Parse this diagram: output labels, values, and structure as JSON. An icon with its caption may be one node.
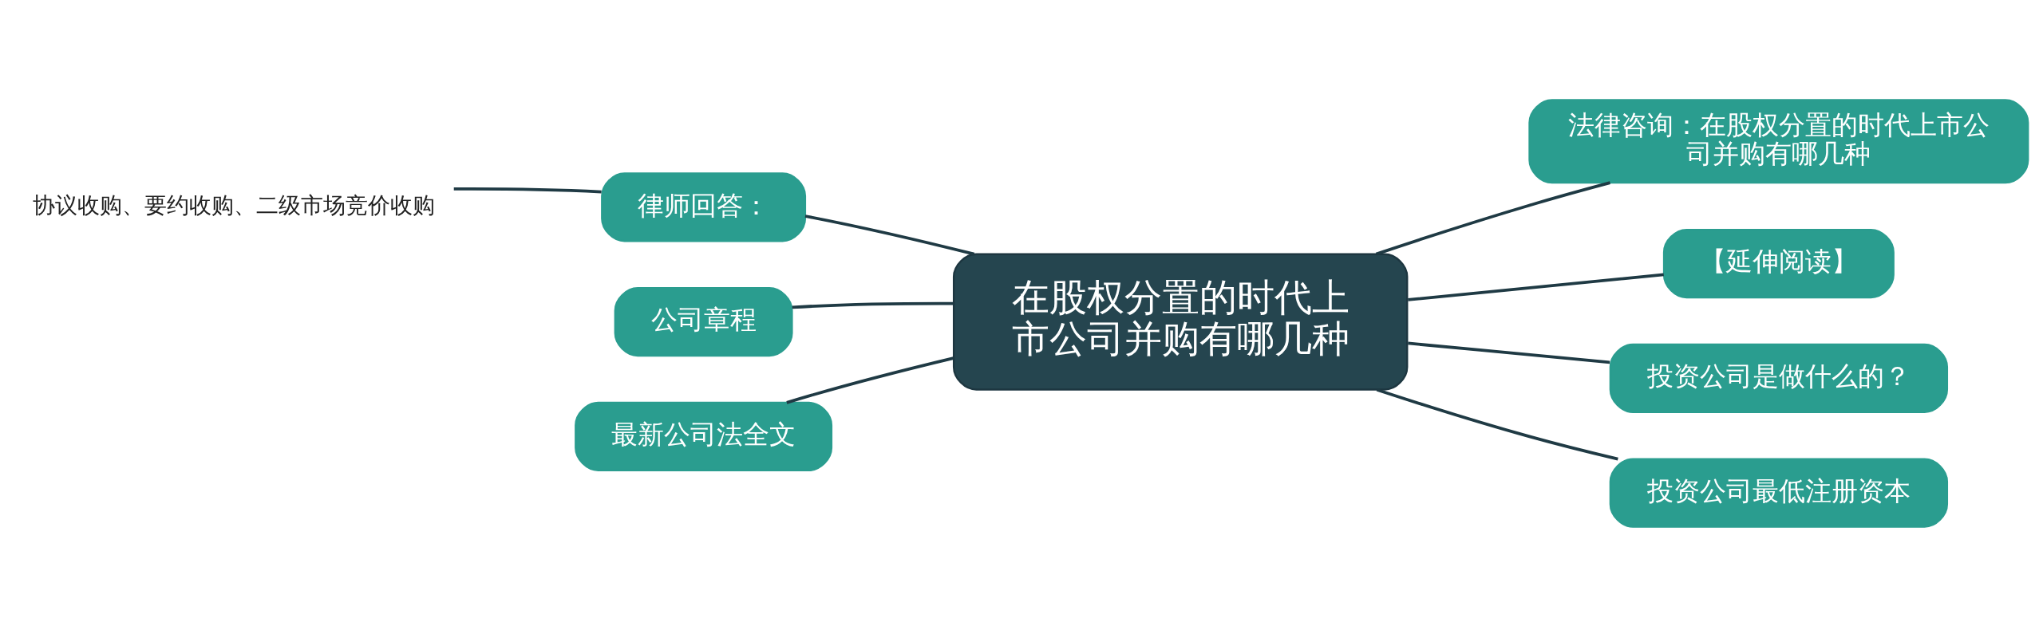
{
  "diagram": {
    "nodes": [
      {
        "text": [
          "在股权分置的时代上市公司并购有哪几种"
        ]
      },
      {
        "text": [
          "法律咨询：在股权分置的时代上市公司并购有哪几种"
        ]
      },
      {
        "text": [
          "【延伸阅读】"
        ]
      },
      {
        "text": [
          "投资公司是做什么的？"
        ]
      },
      {
        "text": [
          "投资公司最低注册资本"
        ]
      },
      {
        "text": [
          "律师回答："
        ]
      },
      {
        "text": [
          "公司章程"
        ]
      },
      {
        "text": [
          "最新公司法全文"
        ]
      },
      {
        "text": [
          "协议收购、要约收购、二级市场竞价收购"
        ]
      }
    ],
    "edges": [
      {
        "from": 0,
        "to": 1,
        "arrow": "none"
      },
      {
        "from": 0,
        "to": 2,
        "arrow": "none"
      },
      {
        "from": 0,
        "to": 3,
        "arrow": "none"
      },
      {
        "from": 0,
        "to": 4,
        "arrow": "none"
      },
      {
        "from": 0,
        "to": 5,
        "arrow": "none"
      },
      {
        "from": 0,
        "to": 6,
        "arrow": "none"
      },
      {
        "from": 0,
        "to": 7,
        "arrow": "none"
      },
      {
        "from": 5,
        "to": 8,
        "arrow": "none"
      }
    ]
  }
}
